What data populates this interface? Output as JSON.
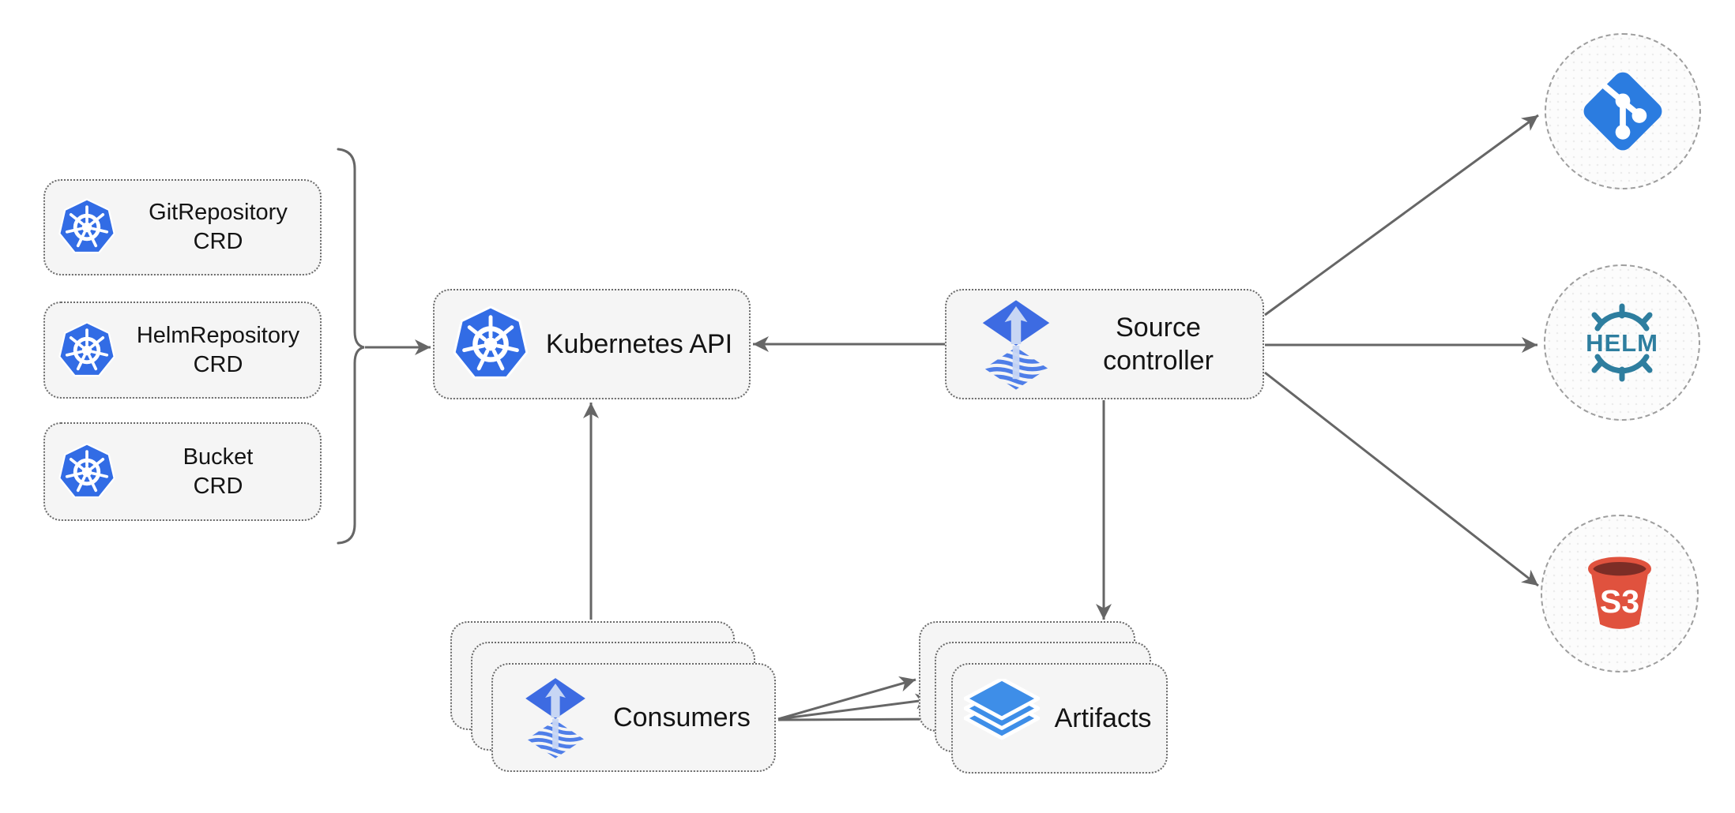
{
  "diagram": {
    "crd_boxes": [
      {
        "line1": "GitRepository",
        "line2": "CRD"
      },
      {
        "line1": "HelmRepository",
        "line2": "CRD"
      },
      {
        "line1": "Bucket",
        "line2": "CRD"
      }
    ],
    "kubernetes_api": {
      "label": "Kubernetes API"
    },
    "source_controller": {
      "line1": "Source",
      "line2": "controller"
    },
    "consumers": {
      "label": "Consumers"
    },
    "artifacts": {
      "label": "Artifacts"
    },
    "external_sources": {
      "git": {
        "name": "git"
      },
      "helm": {
        "name": "helm",
        "label": "HELM"
      },
      "s3": {
        "name": "s3",
        "label": "S3"
      }
    },
    "edges": [
      "crd-bracket -> kubernetes-api",
      "source-controller -> kubernetes-api",
      "source-controller -> git",
      "source-controller -> helm",
      "source-controller -> s3",
      "source-controller -> artifacts",
      "consumers -> kubernetes-api",
      "consumers -> artifacts (x3)"
    ],
    "colors": {
      "kubernetes_blue": "#326CE5",
      "flux_blue": "#3D6BE2",
      "flux_arrow_light": "#C7D6F4",
      "flux_wave_blue": "#4F7EE8",
      "layers_blue": "#3E8EE8",
      "git_blue": "#2B7CE0",
      "helm_teal": "#2E7E9F",
      "s3_red": "#E0523E",
      "s3_dark": "#7C2D26",
      "line_gray": "#666666",
      "box_fill": "#F5F5F5",
      "box_border": "#6B6B6B"
    }
  }
}
